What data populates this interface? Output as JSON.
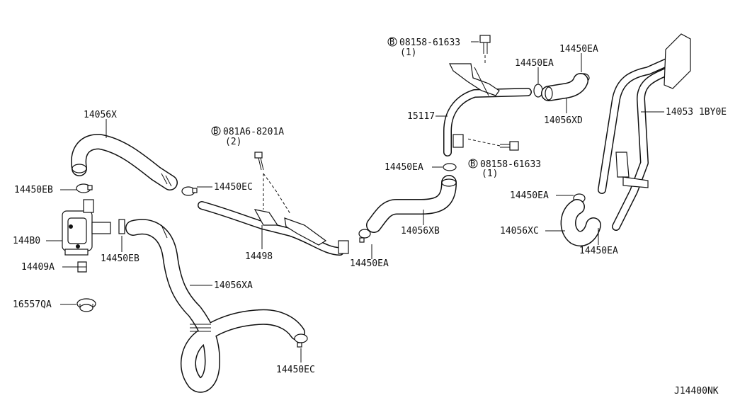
{
  "diagram_code": "J14400NK",
  "callouts": {
    "hose_14056x": "14056X",
    "clamp_14450eb_left": "14450EB",
    "pump_14430": "144B0",
    "bracket_14409a": "14409A",
    "grommet_16557qa": "16557QA",
    "clamp_14450eb_bottom": "14450EB",
    "hose_14056xa": "14056XA",
    "clamp_14450ec_bottom": "14450EC",
    "bolt_081a6": "081A6-8201A",
    "bolt_081a6_qty": "(2)",
    "clamp_14450ec_mid": "14450EC",
    "pipe_14498": "14498",
    "clamp_14450ea_mid": "14450EA",
    "bolt_08158_top": "08158-61633",
    "bolt_08158_top_qty": "(1)",
    "pipe_15117": "15117",
    "clamp_14450ea_center": "14450EA",
    "bolt_08158_mid": "08158-61633",
    "bolt_08158_mid_qty": "(1)",
    "hose_14056xb": "14056XB",
    "clamp_14450ea_top1": "14450EA",
    "clamp_14450ea_top2": "14450EA",
    "hose_14056xd": "14056XD",
    "pipe_14053": "14053 1BY0E",
    "clamp_14450ea_right1": "14450EA",
    "hose_14056xc": "14056XC",
    "clamp_14450ea_right2": "14450EA"
  },
  "bolt_marker": "B"
}
